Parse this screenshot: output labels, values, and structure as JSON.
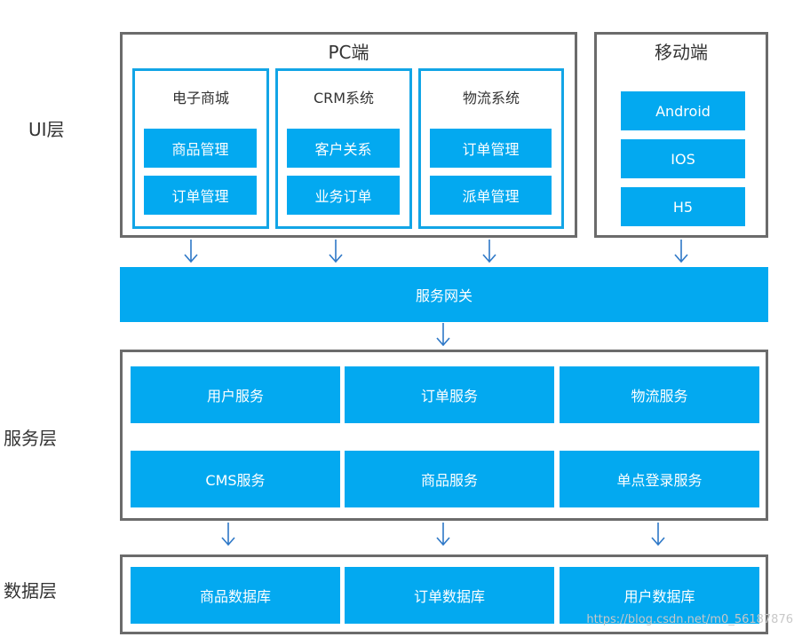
{
  "layers": {
    "ui": "UI层",
    "service": "服务层",
    "data": "数据层"
  },
  "pc": {
    "title": "PC端",
    "groups": [
      {
        "title": "电子商城",
        "items": [
          "商品管理",
          "订单管理"
        ]
      },
      {
        "title": "CRM系统",
        "items": [
          "客户关系",
          "业务订单"
        ]
      },
      {
        "title": "物流系统",
        "items": [
          "订单管理",
          "派单管理"
        ]
      }
    ]
  },
  "mobile": {
    "title": "移动端",
    "items": [
      "Android",
      "IOS",
      "H5"
    ]
  },
  "gateway": "服务网关",
  "services": [
    "用户服务",
    "订单服务",
    "物流服务",
    "CMS服务",
    "商品服务",
    "单点登录服务"
  ],
  "databases": [
    "商品数据库",
    "订单数据库",
    "用户数据库"
  ],
  "watermark": "https://blog.csdn.net/m0_56187876",
  "colors": {
    "box": "#03a9f0",
    "sub_frame_border": "#12a5e6",
    "frame_border": "#6b6b6b",
    "arrow": "#2e78c7"
  }
}
